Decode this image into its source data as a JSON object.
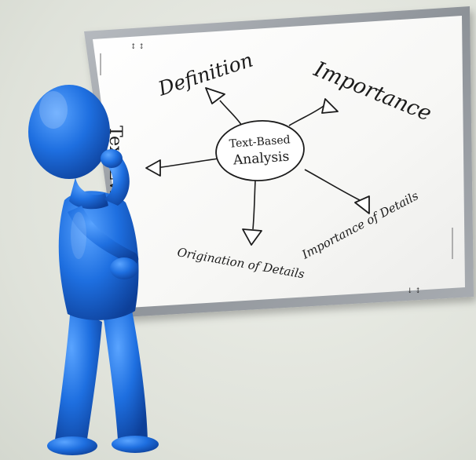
{
  "diagram": {
    "center": {
      "line1": "Text-Based",
      "line2": "Analysis"
    },
    "branches": {
      "definition": "Definition",
      "importance": "Importance",
      "text_evidence": "Text Evidence",
      "origination": "Origination of Details",
      "importance_details": "Importance of Details"
    },
    "corner_marks": {
      "top_left": "↕ ↕",
      "bottom_right": "↓ ↕"
    }
  },
  "colors": {
    "figure": "#1e6fe0",
    "board_frame": "#9da2a8",
    "board_surface": "#ffffff",
    "ink": "#1b1b1b",
    "background": "#e3e6de"
  }
}
